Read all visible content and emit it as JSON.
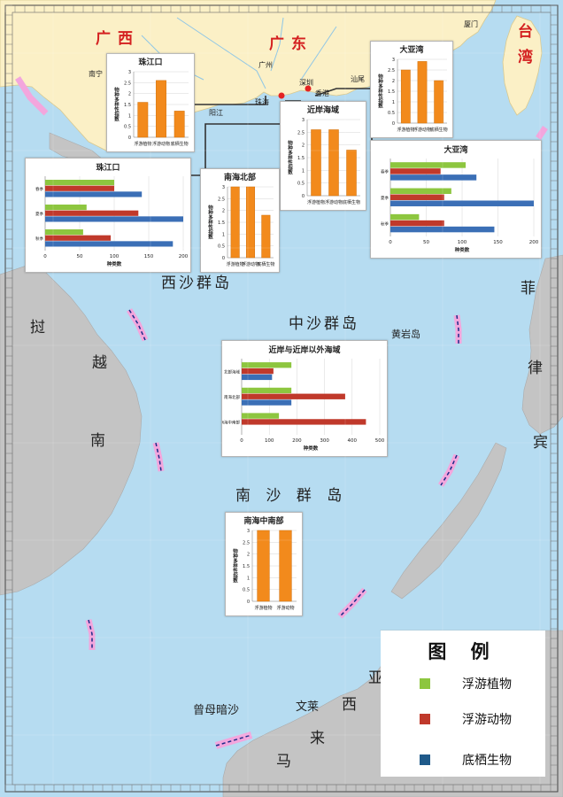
{
  "colors": {
    "sea": "#b6dcf1",
    "land_north": "#fbf0c6",
    "land_gray": "#c4c4c4",
    "phytoplankton": "#8dc63f",
    "zooplankton": "#c0392b",
    "benthos": "#3b6fb6",
    "orange_bar": "#f28a1c",
    "frame_grid": "#8a8a8a"
  },
  "labels": {
    "province_guangxi": "广西",
    "province_guangdong": "广东",
    "taiwan": "台湾",
    "city_nanning": "南宁",
    "city_guangzhou": "广州",
    "city_shenzhen": "深圳",
    "city_hongkong": "香港",
    "city_zhuhai": "珠海",
    "city_yangjiang": "阳江",
    "city_shantou": "汕尾",
    "city_xiamen": "厦门",
    "xisha": "西沙群岛",
    "zhongsha": "中沙群岛",
    "huangyan": "黄岩岛",
    "nansha": "南 沙 群 岛",
    "zengmu": "曾母暗沙",
    "wenlai": "文莱",
    "lao": "挝",
    "yue": "越",
    "nan": "南",
    "fei": "菲",
    "lv": "律",
    "bin": "宾",
    "ya": "亚",
    "xi": "西",
    "lai": "来",
    "ma": "马"
  },
  "legend": {
    "title": "图 例",
    "items": [
      {
        "label": "浮游植物",
        "color": "#8dc63f"
      },
      {
        "label": "浮游动物",
        "color": "#c0392b"
      },
      {
        "label": "底栖生物",
        "color": "#1f5a8a"
      }
    ]
  },
  "chart_data": [
    {
      "id": "pearl-index",
      "type": "bar",
      "title": "珠江口",
      "ylabel": "物种多样性指数",
      "categories": [
        "浮游植物",
        "浮游动物",
        "底栖生物"
      ],
      "values": [
        1.6,
        2.6,
        1.2
      ],
      "ylim": [
        0,
        3
      ],
      "yticks": [
        "0",
        "0.5",
        "1",
        "1.5",
        "2",
        "2.5",
        "3"
      ]
    },
    {
      "id": "daya-index",
      "type": "bar",
      "title": "大亚湾",
      "ylabel": "物种多样性指数",
      "categories": [
        "浮游植物",
        "浮游动物",
        "底栖生物"
      ],
      "values": [
        2.5,
        2.9,
        2.0
      ],
      "ylim": [
        0,
        3
      ],
      "yticks": [
        "0",
        "0.5",
        "1",
        "1.5",
        "2",
        "2.5",
        "3"
      ]
    },
    {
      "id": "nearshore-index",
      "type": "bar",
      "title": "近岸海域",
      "ylabel": "物种多样性指数",
      "categories": [
        "浮游植物",
        "浮游动物",
        "底栖生物"
      ],
      "values": [
        2.6,
        2.6,
        1.8
      ],
      "ylim": [
        0,
        3
      ],
      "yticks": [
        "0",
        "0.5",
        "1",
        "1.5",
        "2",
        "2.5",
        "3"
      ]
    },
    {
      "id": "north-sc-index",
      "type": "bar",
      "title": "南海北部",
      "ylabel": "物种多样性指数",
      "categories": [
        "浮游植物",
        "浮游动物",
        "底栖生物"
      ],
      "values": [
        3.0,
        3.0,
        1.8
      ],
      "ylim": [
        0,
        3
      ],
      "yticks": [
        "0",
        "0.5",
        "1",
        "1.5",
        "2",
        "2.5",
        "3"
      ]
    },
    {
      "id": "central-south-index",
      "type": "bar",
      "title": "南海中南部",
      "ylabel": "物种多样性指数",
      "categories": [
        "浮游植物",
        "浮游动物"
      ],
      "values": [
        3.0,
        3.0
      ],
      "ylim": [
        0,
        3
      ],
      "yticks": [
        "0",
        "0.5",
        "1",
        "1.5",
        "2",
        "2.5",
        "3"
      ]
    },
    {
      "id": "pearl-species",
      "type": "hbar",
      "title": "珠江口",
      "xlabel": "种类数",
      "categories": [
        "春季",
        "夏季",
        "秋季"
      ],
      "series": [
        {
          "name": "浮游植物",
          "values": [
            100,
            60,
            55
          ]
        },
        {
          "name": "浮游动物",
          "values": [
            100,
            135,
            95
          ]
        },
        {
          "name": "底栖生物",
          "values": [
            140,
            200,
            185
          ]
        }
      ],
      "xlim": [
        0,
        200
      ],
      "xticks": [
        "0",
        "50",
        "100",
        "150",
        "200"
      ]
    },
    {
      "id": "daya-species",
      "type": "hbar",
      "title": "大亚湾",
      "xlabel": "种类数",
      "categories": [
        "春季",
        "夏季",
        "秋季"
      ],
      "series": [
        {
          "name": "浮游植物",
          "values": [
            105,
            85,
            40
          ]
        },
        {
          "name": "浮游动物",
          "values": [
            70,
            75,
            75
          ]
        },
        {
          "name": "底栖生物",
          "values": [
            120,
            200,
            145
          ]
        }
      ],
      "xlim": [
        0,
        200
      ],
      "xticks": [
        "0",
        "50",
        "100",
        "150",
        "200"
      ]
    },
    {
      "id": "offshore-species",
      "type": "hbar",
      "title": "近岸与近岸以外海域",
      "xlabel": "种类数",
      "categories": [
        "北部海域",
        "南海北部",
        "南海中南部"
      ],
      "series": [
        {
          "name": "浮游植物",
          "values": [
            180,
            180,
            135
          ]
        },
        {
          "name": "浮游动物",
          "values": [
            115,
            375,
            450
          ]
        },
        {
          "name": "底栖生物",
          "values": [
            110,
            180,
            0
          ]
        }
      ],
      "xlim": [
        0,
        500
      ],
      "xticks": [
        "0",
        "100",
        "200",
        "300",
        "400",
        "500"
      ]
    }
  ]
}
